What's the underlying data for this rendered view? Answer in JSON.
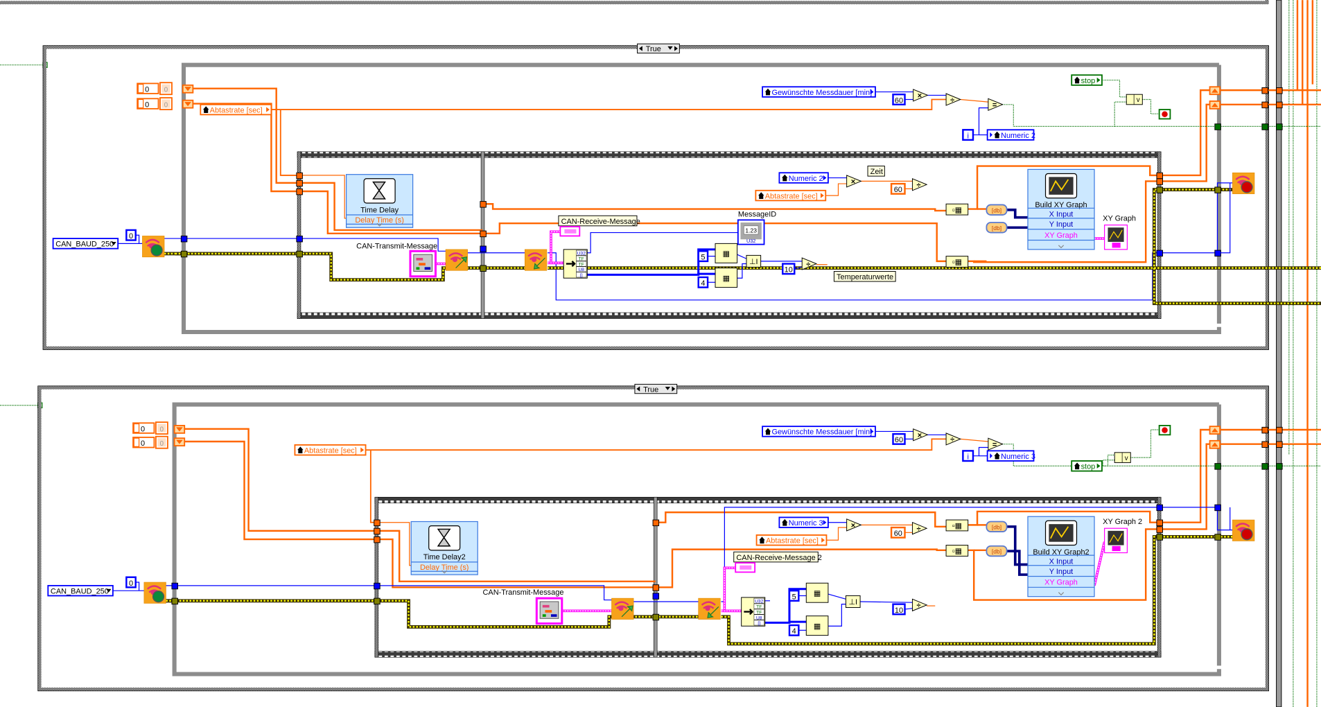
{
  "colors": {
    "dbl_wire": "#ff6600",
    "int_wire": "#0000ff",
    "bool_wire": "#007000",
    "error_wire": "#c8b400",
    "refnum_wire": "#ff00ff",
    "express_vi_fill": "#cce8ff",
    "primitive_fill": "#ffffc0",
    "structure_gray": "#8c8c8c"
  },
  "top": {
    "case_selector": "True",
    "shift_controls": [
      "0",
      "0"
    ],
    "shift_indicators": [
      "0",
      "0"
    ],
    "abtastrate": "Abtastrate [sec]",
    "messdauer": "Gewünschte Messdauer [min]",
    "const60_a": "60",
    "iteration": "i",
    "numeric_local": "Numeric 2",
    "stop": "stop",
    "baud": "CAN_BAUD_250",
    "const0": "0",
    "time_delay": {
      "title": "Time Delay",
      "input": "Delay Time (s)"
    },
    "transmit_label": "CAN-Transmit-Message",
    "receive_label": "CAN-Receive-Message",
    "message_id": {
      "label": "MessageID",
      "display": "1.23",
      "type": "U32"
    },
    "unbundle_types": [
      "U32",
      "TF",
      "TF",
      "U8",
      "[]"
    ],
    "const5": "5",
    "const4": "4",
    "const10": "10",
    "temperatur_label": "Temperaturwerte",
    "numeric_local_read": "Numeric 2",
    "abtastrate_read": "Abtastrate [sec]",
    "zeit_label": "Zeit",
    "const60_b": "60",
    "build_xy": {
      "title": "Build XY Graph",
      "x": "X Input",
      "y": "Y Input",
      "out": "XY Graph"
    },
    "xy_graph_label": "XY Graph"
  },
  "bottom": {
    "case_selector": "True",
    "shift_controls": [
      "0",
      "0"
    ],
    "shift_indicators": [
      "0",
      "0"
    ],
    "abtastrate": "Abtastrate [sec]",
    "messdauer": "Gewünschte Messdauer [min]",
    "const60_a": "60",
    "iteration": "i",
    "numeric_local": "Numeric 3",
    "stop": "stop",
    "baud": "CAN_BAUD_250",
    "const0": "0",
    "time_delay": {
      "title": "Time Delay2",
      "input": "Delay Time (s)"
    },
    "transmit_label": "CAN-Transmit-Message",
    "receive_label": "CAN-Receive-Message 2",
    "unbundle_types": [
      "U32",
      "TF",
      "TF",
      "U8",
      "[]"
    ],
    "const5": "5",
    "const4": "4",
    "const10": "10",
    "numeric_local_read": "Numeric 3",
    "abtastrate_read": "Abtastrate [sec]",
    "const60_b": "60",
    "build_xy": {
      "title": "Build XY Graph2",
      "x": "X Input",
      "y": "Y Input",
      "out": "XY Graph"
    },
    "xy_graph_label": "XY Graph 2"
  }
}
